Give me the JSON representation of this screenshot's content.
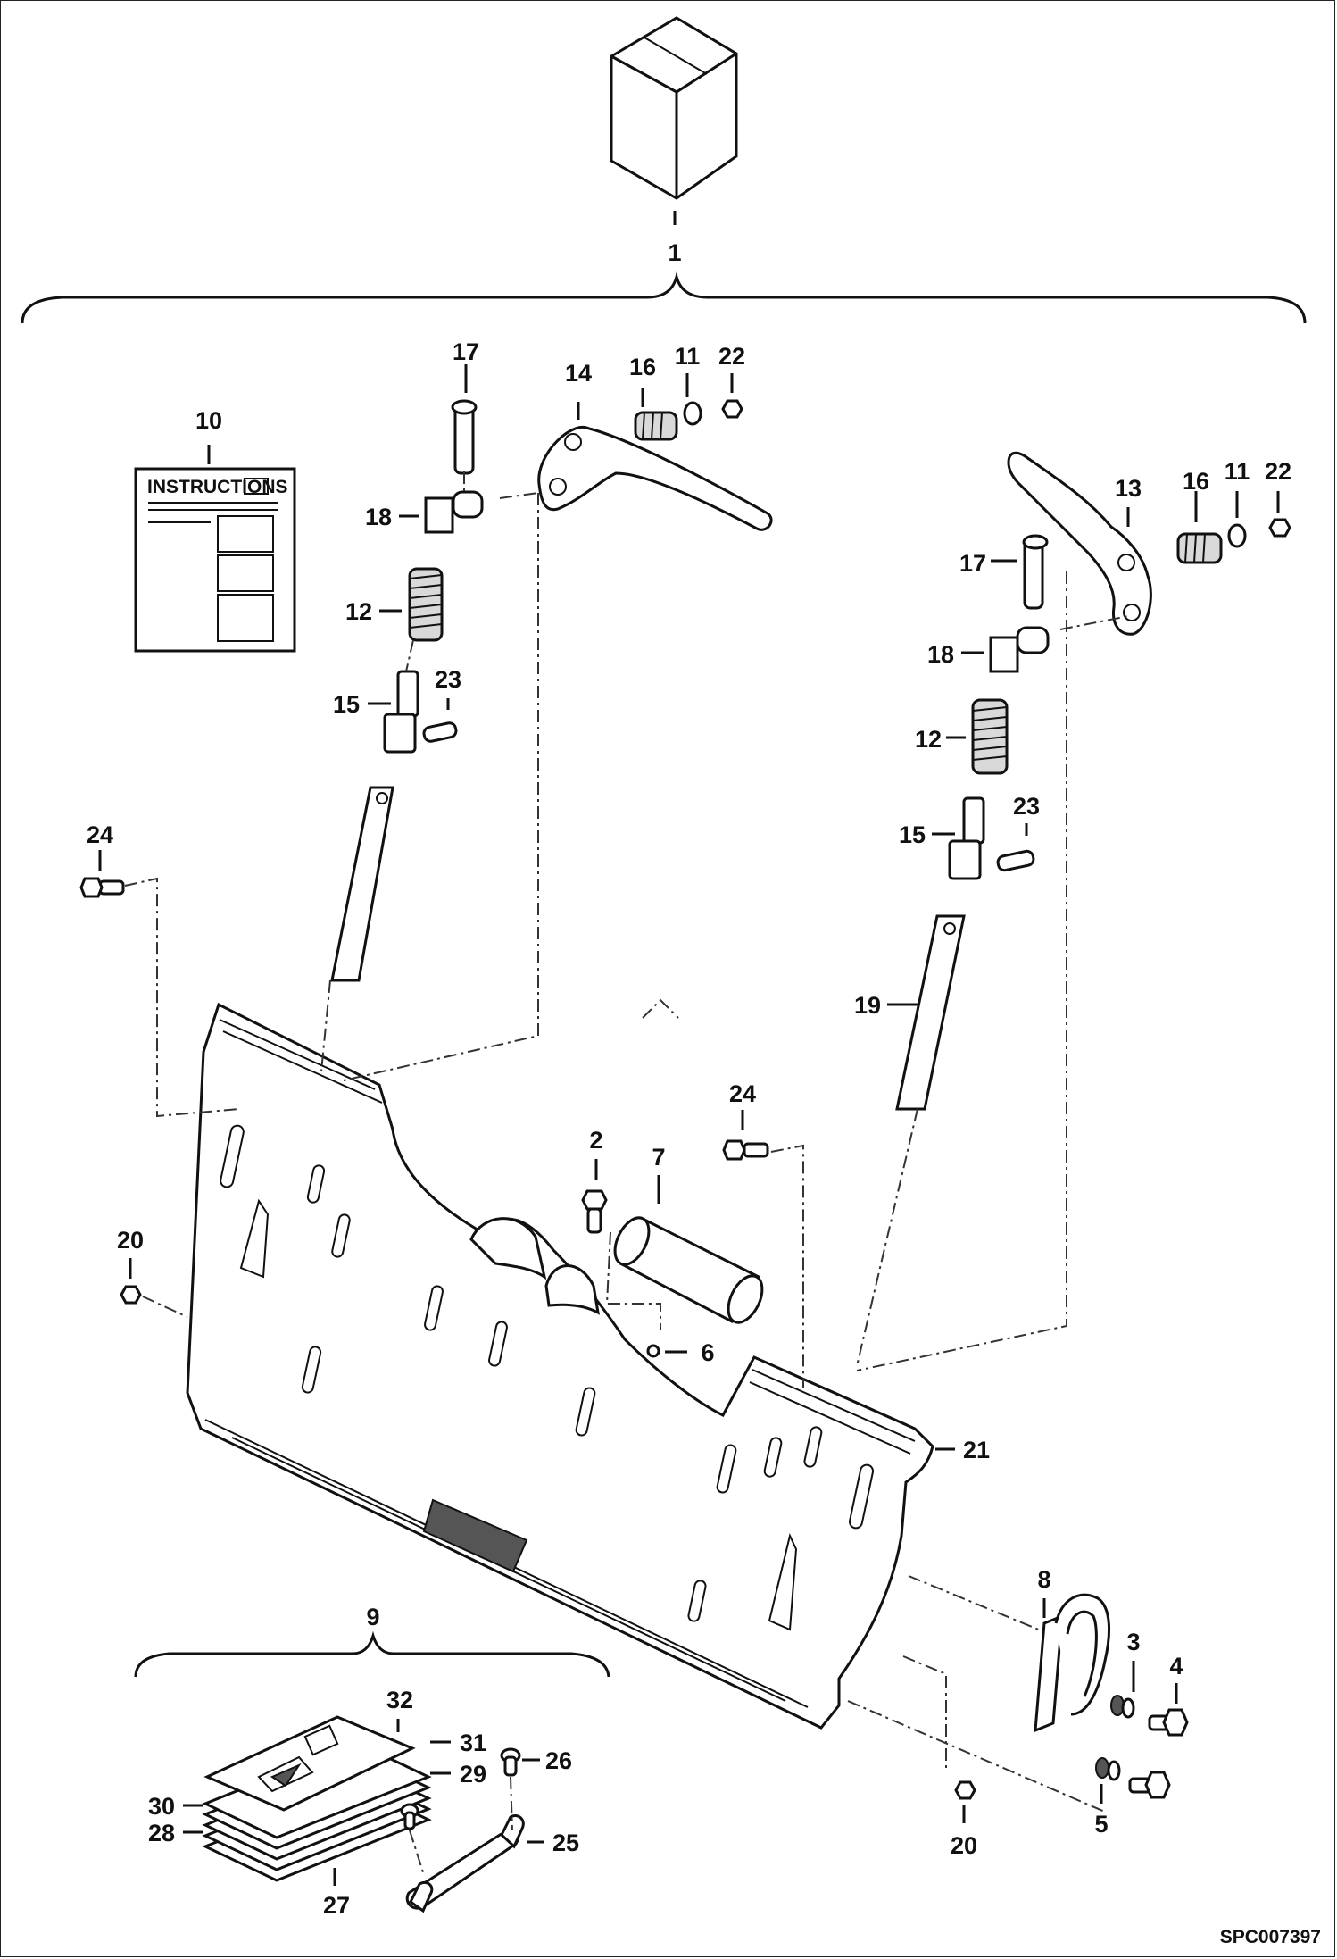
{
  "diagram_code": "SPC007397",
  "callouts": {
    "c1": "1",
    "c2": "2",
    "c3": "3",
    "c4": "4",
    "c5": "5",
    "c6": "6",
    "c7": "7",
    "c8": "8",
    "c9": "9",
    "c10": "10",
    "c11a": "11",
    "c11b": "11",
    "c12a": "12",
    "c12b": "12",
    "c13": "13",
    "c14": "14",
    "c15a": "15",
    "c15b": "15",
    "c16a": "16",
    "c16b": "16",
    "c17a": "17",
    "c17b": "17",
    "c18a": "18",
    "c18b": "18",
    "c19": "19",
    "c20a": "20",
    "c20b": "20",
    "c21": "21",
    "c22a": "22",
    "c22b": "22",
    "c23a": "23",
    "c23b": "23",
    "c24a": "24",
    "c24b": "24",
    "c25": "25",
    "c26": "26",
    "c27": "27",
    "c28": "28",
    "c29": "29",
    "c30": "30",
    "c31": "31",
    "c32": "32"
  },
  "manual_title": "INSTRUCTIONS"
}
